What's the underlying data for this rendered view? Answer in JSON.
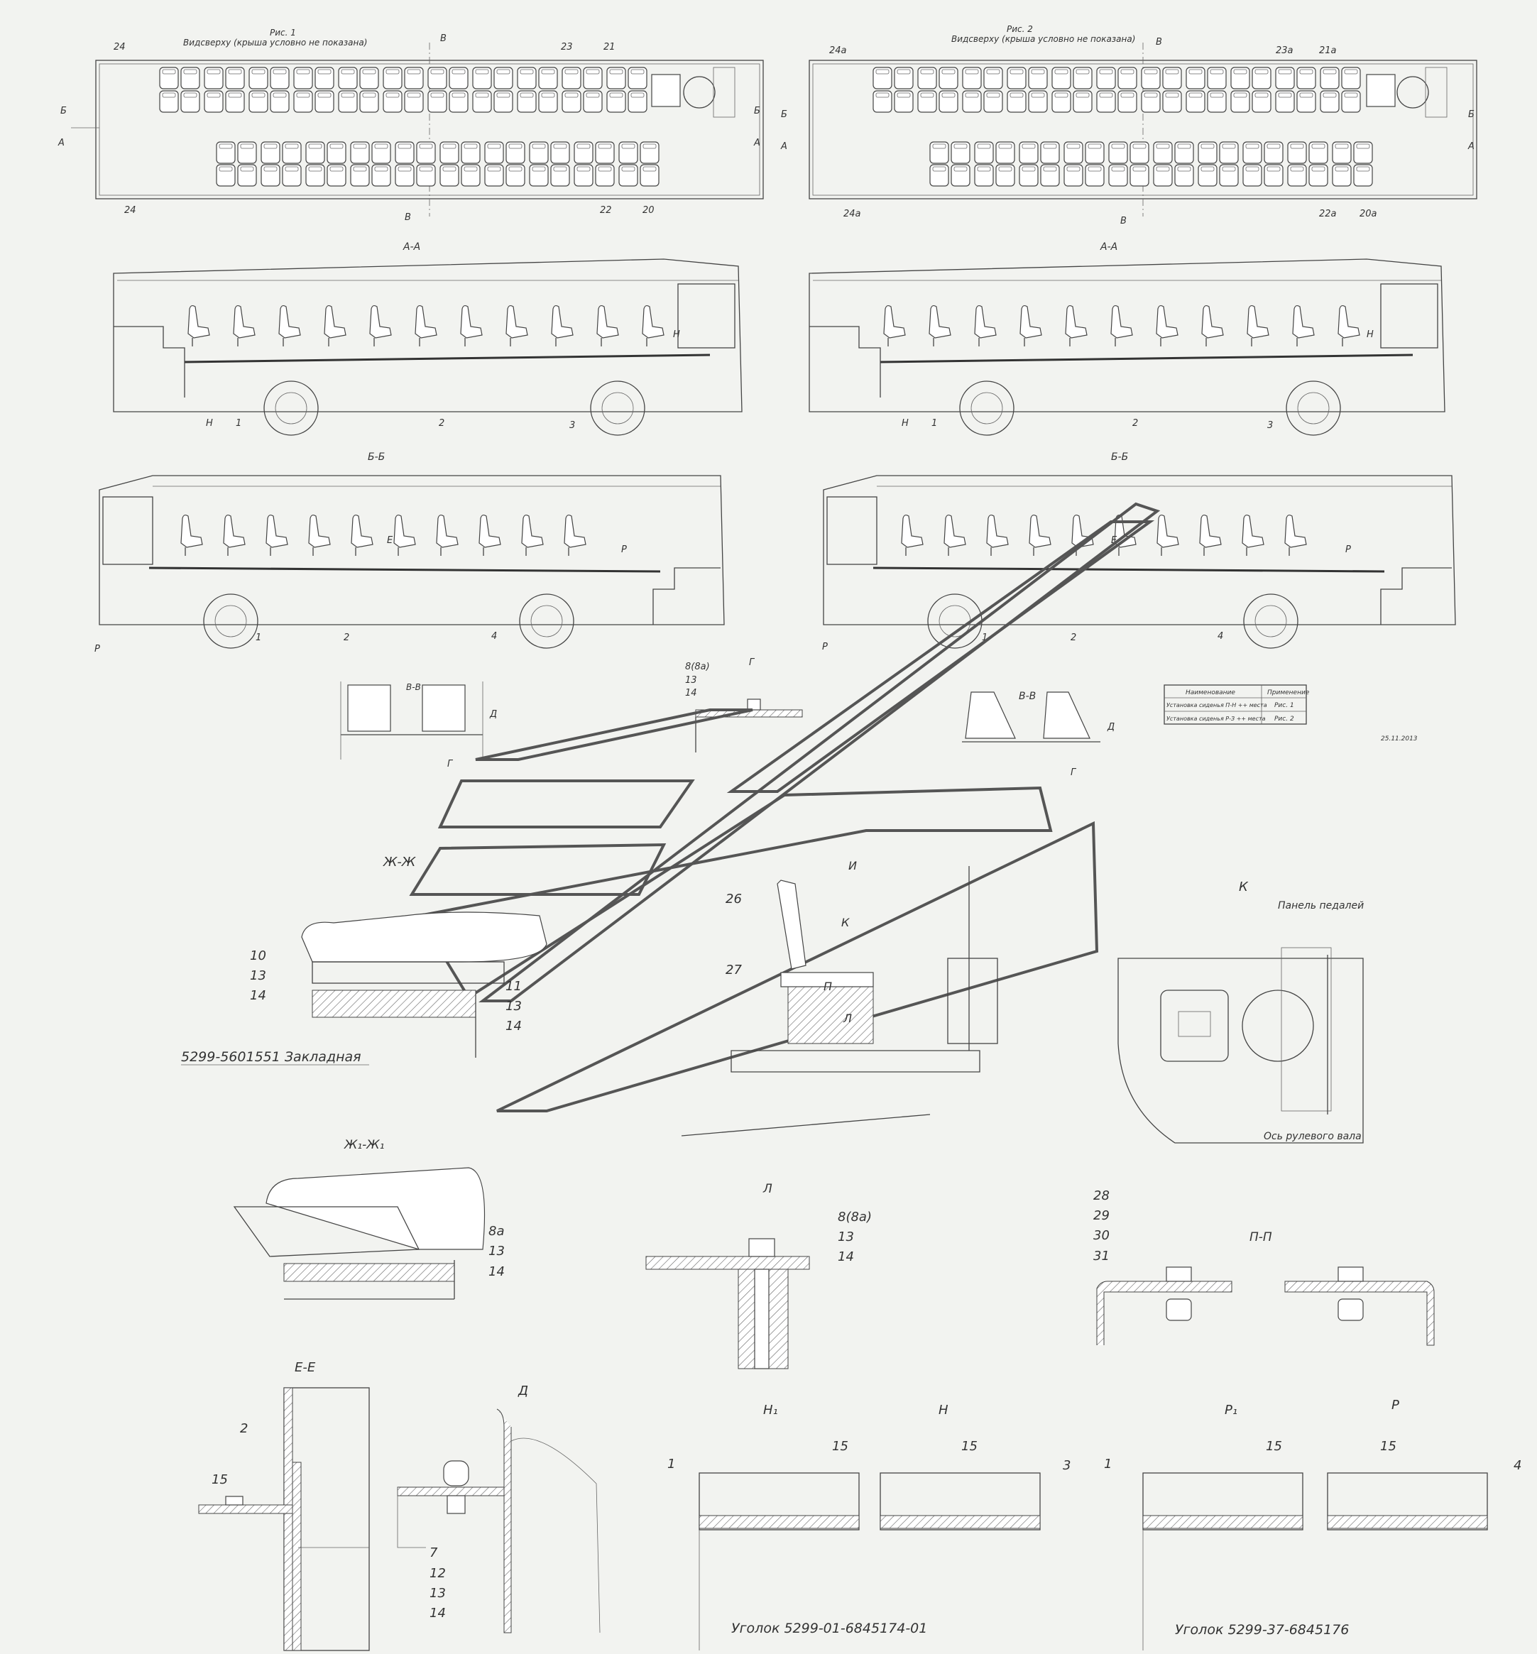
{
  "views": {
    "fig1": {
      "caption": "Рис. 1",
      "subtitle": "Видсверху (крыша условно не показана)",
      "callouts": [
        "24",
        "23",
        "21",
        "24",
        "22",
        "20"
      ]
    },
    "fig2": {
      "caption": "Рис. 2",
      "subtitle": "Видсверху (крыша условно не показана)",
      "callouts": [
        "24а",
        "23а",
        "21а",
        "24а",
        "22а",
        "20а"
      ]
    },
    "section_aa": "А-А",
    "section_bb": "Б-Б",
    "section_vv": "В-В",
    "section_zhzh": "Ж-Ж",
    "section_zh1": "Ж₁-Ж₁",
    "section_ee": "Е-Е",
    "section_pp": "П-П",
    "view_k": "К",
    "view_l": "Л",
    "view_d": "Д",
    "view_n1": "Н₁",
    "view_n": "Н",
    "view_r1": "Р₁",
    "view_r": "Р"
  },
  "letters": {
    "a": "А",
    "b": "Б",
    "v": "В",
    "g": "Г",
    "d": "Д",
    "e": "Е",
    "zh": "Ж",
    "i": "И",
    "k": "К",
    "l": "Л",
    "n": "Н",
    "p": "П",
    "r": "Р"
  },
  "side_callouts": {
    "one": "1",
    "two": "2",
    "three": "3",
    "four": "4"
  },
  "table": {
    "headers": [
      "Наименование",
      "Применение"
    ],
    "rows": [
      [
        "Установка сиденья П-Н ++ места",
        "Рис. 1"
      ],
      [
        "Установка сиденья Р-З ++ места",
        "Рис. 2"
      ]
    ],
    "date": "25.11.2013"
  },
  "detail_g": {
    "callouts": [
      "8(8а)",
      "13",
      "14"
    ]
  },
  "detail_zh": {
    "callouts_left": [
      "10",
      "13",
      "14"
    ],
    "callouts_right": [
      "11",
      "13",
      "14"
    ],
    "part_label": "5299-5601551 Закладная"
  },
  "detail_driver": {
    "callouts": [
      "26",
      "27"
    ]
  },
  "detail_k": {
    "pedal_panel": "Панель педалей",
    "steering_axis": "Ось рулевого вала"
  },
  "detail_zh1": {
    "callouts": [
      "8а",
      "13",
      "14"
    ]
  },
  "detail_l": {
    "callouts": [
      "8(8а)",
      "13",
      "14"
    ]
  },
  "detail_pp": {
    "callouts": [
      "28",
      "29",
      "30",
      "31"
    ]
  },
  "detail_ee": {
    "callouts": [
      "2",
      "15"
    ]
  },
  "detail_d": {
    "callouts": [
      "7",
      "12",
      "13",
      "14"
    ]
  },
  "detail_n": {
    "callouts": [
      "1",
      "15",
      "15",
      "3"
    ],
    "part_label": "Уголок 5299-01-6845174-01"
  },
  "detail_r": {
    "callouts": [
      "1",
      "15",
      "15",
      "4"
    ],
    "part_label": "Уголок 5299-37-6845176"
  }
}
